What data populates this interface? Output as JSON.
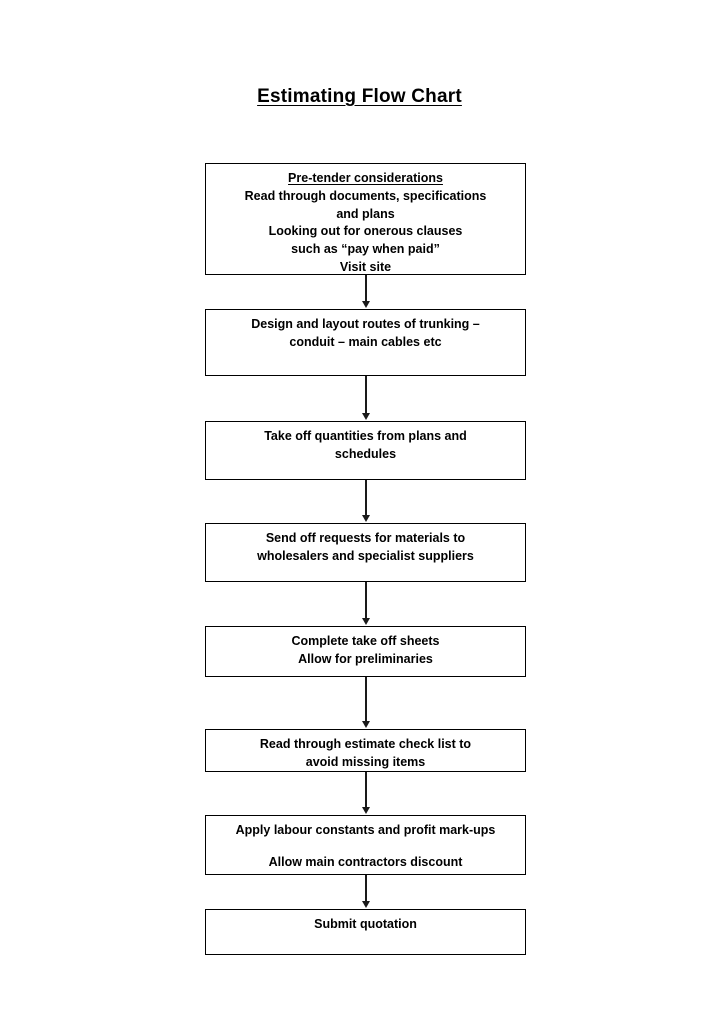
{
  "document": {
    "title": "Estimating Flow Chart",
    "background_color": "#ffffff",
    "text_color": "#000000",
    "border_color": "#000000"
  },
  "chart_data": {
    "type": "flowchart",
    "title": "Estimating Flow Chart",
    "orientation": "top-to-bottom",
    "connector": "single-line-arrow",
    "nodes": [
      {
        "id": "node-1",
        "shape": "rectangle",
        "lines": [
          {
            "text": "Pre-tender considerations",
            "underline": true
          },
          {
            "text": "Read through documents, specifications",
            "underline": false
          },
          {
            "text": "and plans",
            "underline": false
          },
          {
            "text": "Looking out for onerous clauses",
            "underline": false
          },
          {
            "text": "such as “pay when paid”",
            "underline": false
          },
          {
            "text": "Visit site",
            "underline": false
          }
        ]
      },
      {
        "id": "node-2",
        "shape": "rectangle",
        "lines": [
          {
            "text": "Design and layout routes of trunking –",
            "underline": false
          },
          {
            "text": "conduit – main cables etc",
            "underline": false
          }
        ]
      },
      {
        "id": "node-3",
        "shape": "rectangle",
        "lines": [
          {
            "text": "Take off quantities from plans and",
            "underline": false
          },
          {
            "text": "schedules",
            "underline": false
          }
        ]
      },
      {
        "id": "node-4",
        "shape": "rectangle",
        "lines": [
          {
            "text": "Send off requests for materials to",
            "underline": false
          },
          {
            "text": "wholesalers and specialist suppliers",
            "underline": false
          }
        ]
      },
      {
        "id": "node-5",
        "shape": "rectangle",
        "lines": [
          {
            "text": "Complete take off sheets",
            "underline": false
          },
          {
            "text": "Allow for preliminaries",
            "underline": false
          }
        ]
      },
      {
        "id": "node-6",
        "shape": "rectangle",
        "lines": [
          {
            "text": "Read through estimate check list to",
            "underline": false
          },
          {
            "text": "avoid missing items",
            "underline": false
          }
        ]
      },
      {
        "id": "node-7",
        "shape": "rectangle",
        "lines": [
          {
            "text": "Apply labour constants and profit mark-ups",
            "underline": false
          },
          {
            "text": "",
            "underline": false
          },
          {
            "text": "Allow main contractors discount",
            "underline": false
          }
        ]
      },
      {
        "id": "node-8",
        "shape": "rectangle",
        "lines": [
          {
            "text": "Submit quotation",
            "underline": false
          }
        ]
      }
    ],
    "edges": [
      {
        "from": "node-1",
        "to": "node-2",
        "label": ""
      },
      {
        "from": "node-2",
        "to": "node-3",
        "label": ""
      },
      {
        "from": "node-3",
        "to": "node-4",
        "label": ""
      },
      {
        "from": "node-4",
        "to": "node-5",
        "label": ""
      },
      {
        "from": "node-5",
        "to": "node-6",
        "label": ""
      },
      {
        "from": "node-6",
        "to": "node-7",
        "label": ""
      },
      {
        "from": "node-7",
        "to": "node-8",
        "label": ""
      }
    ]
  }
}
